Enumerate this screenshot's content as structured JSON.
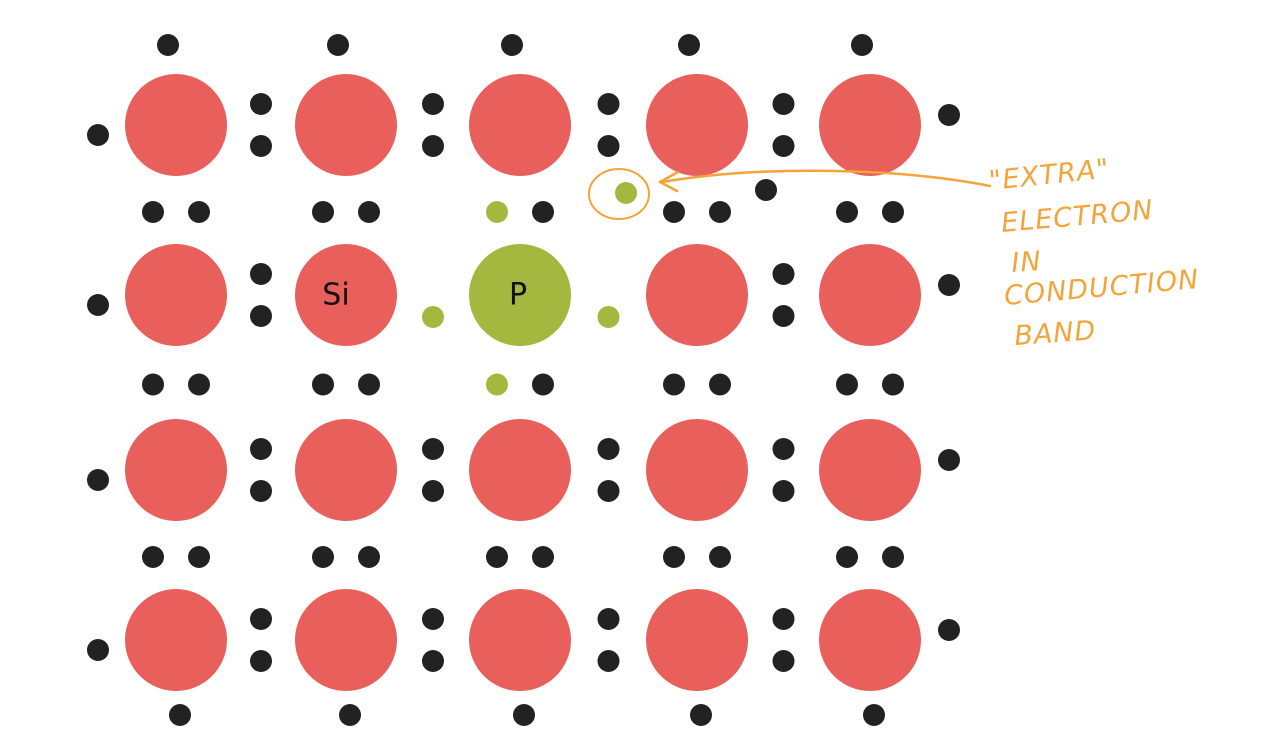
{
  "colors": {
    "silicon_atom": "#e85f5c",
    "phosphorus_atom": "#a4b83f",
    "electron": "#222222",
    "phosphorus_electron": "#a4b83f",
    "annotation": "#f4a43a"
  },
  "labels": {
    "silicon": "Si",
    "phosphorus": "P"
  },
  "annotation": {
    "lines": [
      "\"EXTRA\"",
      "ELECTRON",
      "IN",
      "CONDUCTION",
      "BAND"
    ]
  },
  "lattice": {
    "rows": 4,
    "columns": 5,
    "dopant_position": {
      "row": 2,
      "column": 3
    },
    "labeled_silicon_position": {
      "row": 2,
      "column": 2
    }
  }
}
